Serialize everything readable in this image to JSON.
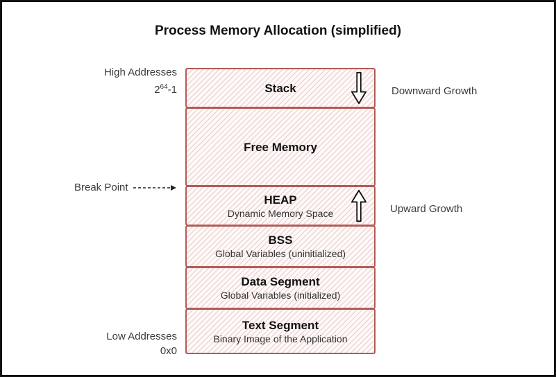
{
  "title": "Process Memory Allocation (simplified)",
  "colors": {
    "frame": "#111111",
    "segment_border": "#b25b55",
    "segment_hatch": "#cf7c76",
    "segment_background": "#fdfaf9",
    "heading_text": "#111111",
    "label_text": "#3a3a3a"
  },
  "segments": [
    {
      "name": "Stack",
      "subtitle": "",
      "growth": "down"
    },
    {
      "name": "Free Memory",
      "subtitle": "",
      "growth": ""
    },
    {
      "name": "HEAP",
      "subtitle": "Dynamic Memory Space",
      "growth": "up"
    },
    {
      "name": "BSS",
      "subtitle": "Global Variables (uninitialized)",
      "growth": ""
    },
    {
      "name": "Data Segment",
      "subtitle": "Global Variables (initialized)",
      "growth": ""
    },
    {
      "name": "Text Segment",
      "subtitle": "Binary Image of the Application",
      "growth": ""
    }
  ],
  "labels": {
    "high_addresses": "High Addresses",
    "high_addresses_value_base": "2",
    "high_addresses_value_exponent": "64",
    "high_addresses_value_suffix": "-1",
    "low_addresses": "Low Addresses",
    "low_addresses_value": "0x0",
    "break_point": "Break Point",
    "downward_growth": "Downward Growth",
    "upward_growth": "Upward Growth"
  },
  "icons": {
    "downward_arrow": "hollow-arrow-down",
    "upward_arrow": "hollow-arrow-up",
    "break_point_arrow": "dashed-arrow-right"
  }
}
